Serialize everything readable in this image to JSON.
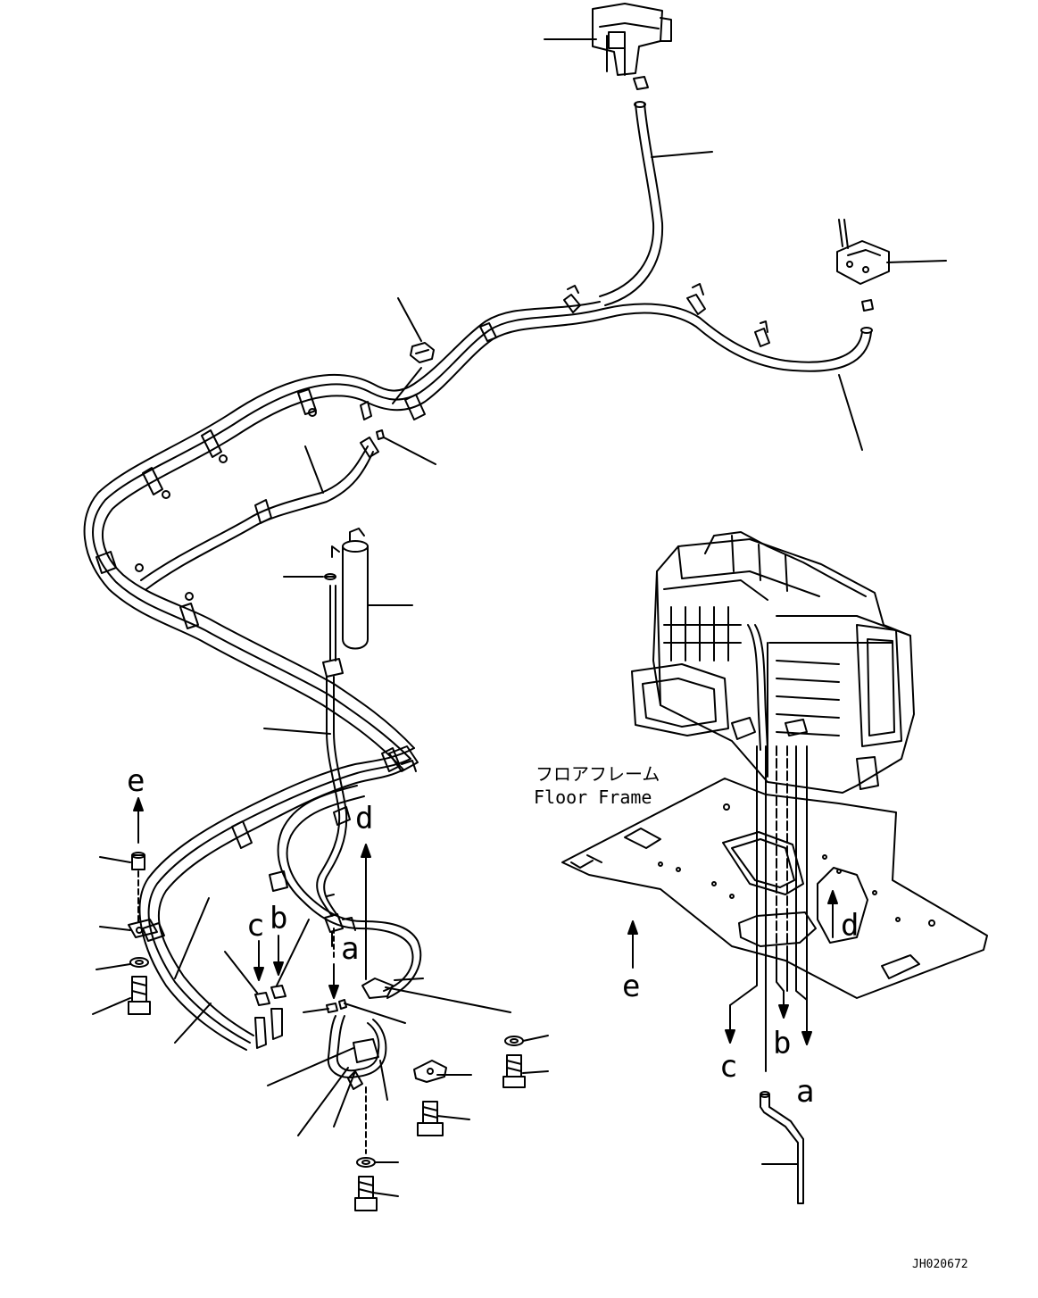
{
  "labels": {
    "e_left": "e",
    "d_top": "d",
    "c_left": "c",
    "b_left": "b",
    "a_left": "a",
    "floor_frame_jp": "フロアフレーム",
    "floor_frame_en": "Floor Frame",
    "d_right": "d",
    "e_right": "e",
    "c_right": "c",
    "b_right": "b",
    "a_right": "a",
    "drawing_code": "JH020672"
  }
}
